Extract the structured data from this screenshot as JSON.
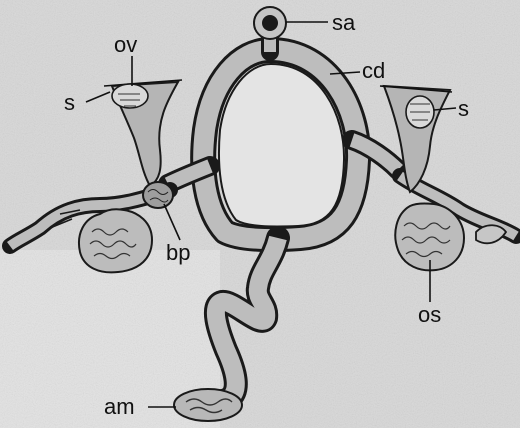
{
  "diagram": {
    "labels": {
      "sa": "sa",
      "cd": "cd",
      "ov": "ov",
      "s_left": "s",
      "s_right": "s",
      "bp": "bp",
      "os": "os",
      "am": "am"
    }
  }
}
